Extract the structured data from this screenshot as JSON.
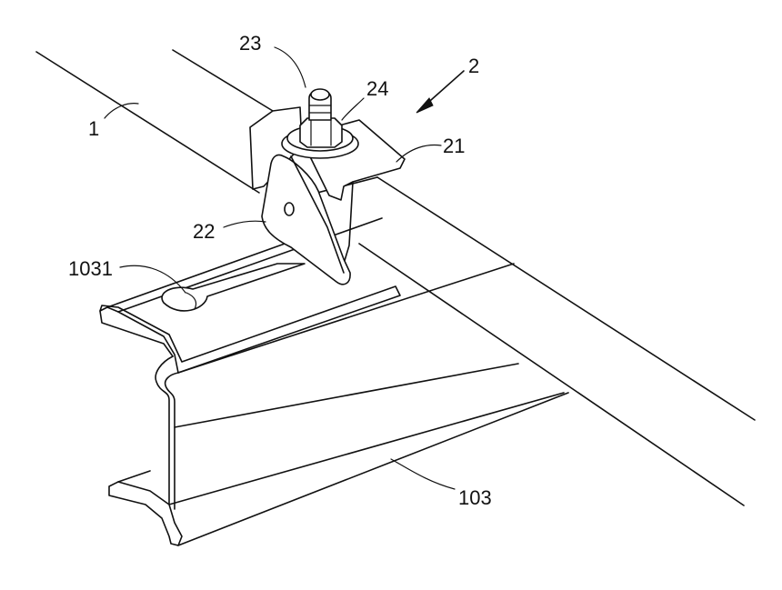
{
  "labels": {
    "n1": "1",
    "n2": "2",
    "n21": "21",
    "n22": "22",
    "n23": "23",
    "n24": "24",
    "n103": "103",
    "n1031": "1031"
  }
}
